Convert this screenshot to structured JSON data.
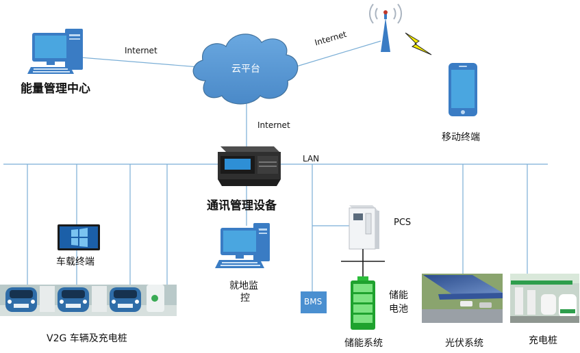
{
  "labels": {
    "energy_center": "能量管理中心",
    "cloud": "云平台",
    "internet_left": "Internet",
    "internet_right": "Internet",
    "internet_down": "Internet",
    "mobile": "移动终端",
    "comm_device": "通讯管理设备",
    "lan": "LAN",
    "vehicle_terminal": "车载终端",
    "v2g": "V2G 车辆及充电桩",
    "local_monitor_line1": "就地监",
    "local_monitor_line2": "控",
    "bms": "BMS",
    "pcs": "PCS",
    "battery_line1": "储能",
    "battery_line2": "电池",
    "storage_system": "储能系统",
    "pv_system": "光伏系统",
    "charging_pile": "充电桩"
  },
  "colors": {
    "line": "#7aaed6",
    "monitor_blue": "#3a7cc4",
    "screen_blue": "#4aa6e0",
    "cloud_fill": "#5b9bd5",
    "cloud_stroke": "#41719c",
    "battery_green": "#2bbd3a",
    "lightning": "#f2e800",
    "bms_fill": "#4a8fd0"
  },
  "icons": [
    "computer-icon",
    "cloud-icon",
    "antenna-tower-icon",
    "lightning-icon",
    "smartphone-icon",
    "rack-server-icon",
    "tablet-icon",
    "ev-car-icon",
    "pcs-cabinet-icon",
    "battery-icon",
    "solar-panel-icon",
    "charging-pile-photo"
  ]
}
